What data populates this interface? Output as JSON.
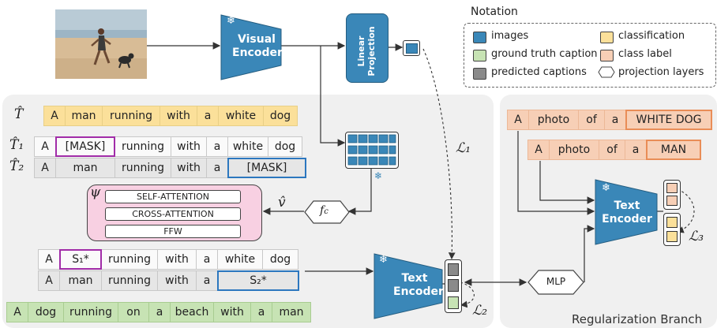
{
  "colors": {
    "images": "#3a87b8",
    "ground_truth": "#c7e3b4",
    "predicted": "#8a8a8a",
    "classification": "#fbe09a",
    "class_label": "#f7cfb6",
    "encoder": "#3a87b8",
    "psi_box": "#f8d0e2",
    "mask_purple": "#a12ca8",
    "mask_blue": "#2c77bf"
  },
  "icons": {
    "frozen": "snowflake-icon",
    "photo": "photo-man-running-with-dog"
  },
  "notation": {
    "title": "Notation",
    "images": "images",
    "ground_truth": "ground truth caption",
    "predicted": "predicted captions",
    "classification": "classification",
    "class_label": "class label",
    "projection": "projection layers"
  },
  "encoders": {
    "visual": "Visual Encoder",
    "linear_projection": "Linear Projection",
    "text_main": "Text Encoder",
    "text_reg": "Text Encoder",
    "fc": "f",
    "fc_sub": "c",
    "mlp": "MLP"
  },
  "labels": {
    "t_hat": "T̂",
    "t_hat_1": "T̂₁",
    "t_hat_2": "T̂₂",
    "psi": "ψ",
    "v_hat": "v̂",
    "loss1": "ℒ₁",
    "loss2": "ℒ₂",
    "loss3": "ℒ₃"
  },
  "psi_layers": [
    "SELF-ATTENTION",
    "CROSS-ATTENTION",
    "FFW"
  ],
  "captions": {
    "t_hat": [
      "A",
      "man",
      "running",
      "with",
      "a",
      "white",
      "dog"
    ],
    "t1": [
      "A",
      "[MASK]",
      "running",
      "with",
      "a",
      "white",
      "dog"
    ],
    "t2": [
      "A",
      "man",
      "running",
      "with",
      "a",
      "[MASK]"
    ],
    "s1": [
      "A",
      "S₁*",
      "running",
      "with",
      "a",
      "white",
      "dog"
    ],
    "s2": [
      "A",
      "man",
      "running",
      "with",
      "a",
      "S₂*"
    ],
    "gt": [
      "A",
      "dog",
      "running",
      "on",
      "a",
      "beach",
      "with",
      "a",
      "man"
    ],
    "reg1": [
      "A",
      "photo",
      "of",
      "a",
      "WHITE DOG"
    ],
    "reg2": [
      "A",
      "photo",
      "of",
      "a",
      "MAN"
    ]
  },
  "branch_label": "Regularization Branch"
}
